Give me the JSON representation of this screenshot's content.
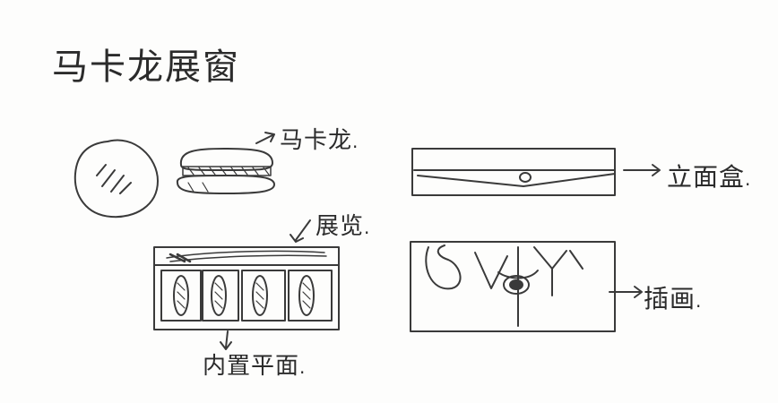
{
  "title": "马卡龙展窗",
  "labels": {
    "macaron": "马卡龙",
    "display": "展览",
    "builtin": "内置平面",
    "box": "立面盒",
    "illustration": "插画"
  },
  "punctuation": "."
}
